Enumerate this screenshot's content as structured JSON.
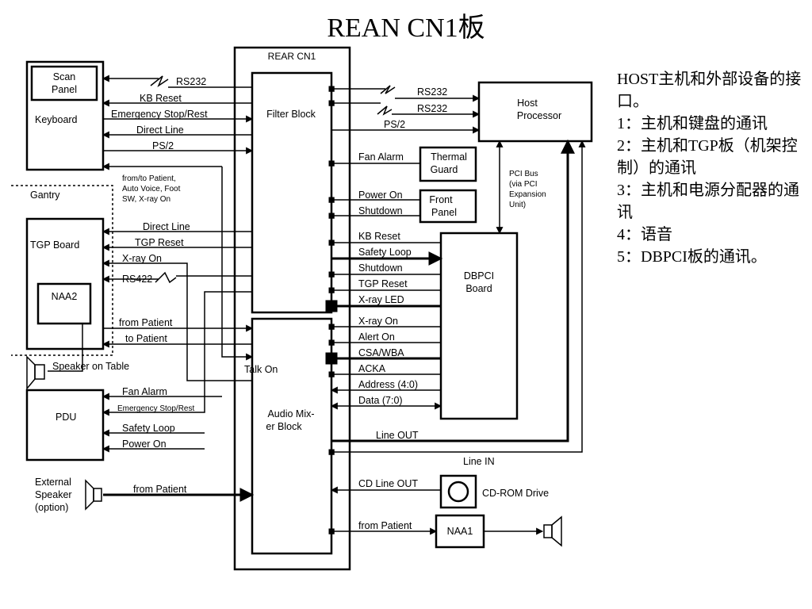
{
  "title": "REAN CN1板",
  "notes": [
    "HOST主机和外部设备的接口。",
    "1：主机和键盘的通讯",
    "2：主机和TGP板（机架控制）的通讯",
    "3：主机和电源分配器的通讯",
    "4：语音",
    "5：DBPCI板的通讯。"
  ],
  "blocks": {
    "rear_cn1": "REAR CN1",
    "filter_block": "Filter Block",
    "audio_mixer_1": "Audio Mix-",
    "audio_mixer_2": "er Block",
    "scan_panel_1": "Scan",
    "scan_panel_2": "Panel",
    "keyboard": "Keyboard",
    "gantry": "Gantry",
    "tgp_board": "TGP Board",
    "naa2": "NAA2",
    "pdu": "PDU",
    "ext_speaker_1": "External",
    "ext_speaker_2": "Speaker",
    "ext_speaker_3": "(option)",
    "host_1": "Host",
    "host_2": "Processor",
    "thermal_1": "Thermal",
    "thermal_2": "Guard",
    "front_1": "Front",
    "front_2": "Panel",
    "dbpci_1": "DBPCI",
    "dbpci_2": "Board",
    "pci_1": "PCI Bus",
    "pci_2": "(via PCI",
    "pci_3": "Expansion",
    "pci_4": "Unit)",
    "naa1": "NAA1",
    "cdrom": "CD-ROM Drive"
  },
  "signals": {
    "rs232": "RS232",
    "kb_reset": "KB Reset",
    "emergency": "Emergency Stop/Rest",
    "direct_line": "Direct Line",
    "ps2": "PS/2",
    "from_to_1": "from/to Patient,",
    "from_to_2": "Auto Voice, Foot",
    "from_to_3": "SW, X-ray On",
    "tgp_reset": "TGP Reset",
    "xray_on": "X-ray On",
    "rs422": "RS422",
    "from_patient": "from Patient",
    "to_patient": "to Patient",
    "speaker_on_table": "Speaker on Table",
    "talk_on": "Talk On",
    "fan_alarm": "Fan Alarm",
    "emergency_small": "Emergency Stop/Rest",
    "safety_loop": "Safety Loop",
    "power_on": "Power On",
    "rs232_r1": "RS232",
    "rs232_r2": "RS232",
    "ps2_r": "PS/2",
    "fan_alarm_r": "Fan Alarm",
    "power_on_r": "Power On",
    "shutdown_r": "Shutdown",
    "kb_reset_r": "KB Reset",
    "safety_loop_r": "Safety Loop",
    "shutdown_r2": "Shutdown",
    "tgp_reset_r": "TGP Reset",
    "xray_led": "X-ray LED",
    "xray_on_r": "X-ray On",
    "alert_on": "Alert On",
    "csa_wba": "CSA/WBA",
    "acka": "ACKA",
    "address": "Address (4:0)",
    "data": "Data (7:0)",
    "line_out": "Line OUT",
    "line_in": "Line IN",
    "cd_line_out": "CD Line OUT",
    "from_patient_r": "from Patient"
  }
}
